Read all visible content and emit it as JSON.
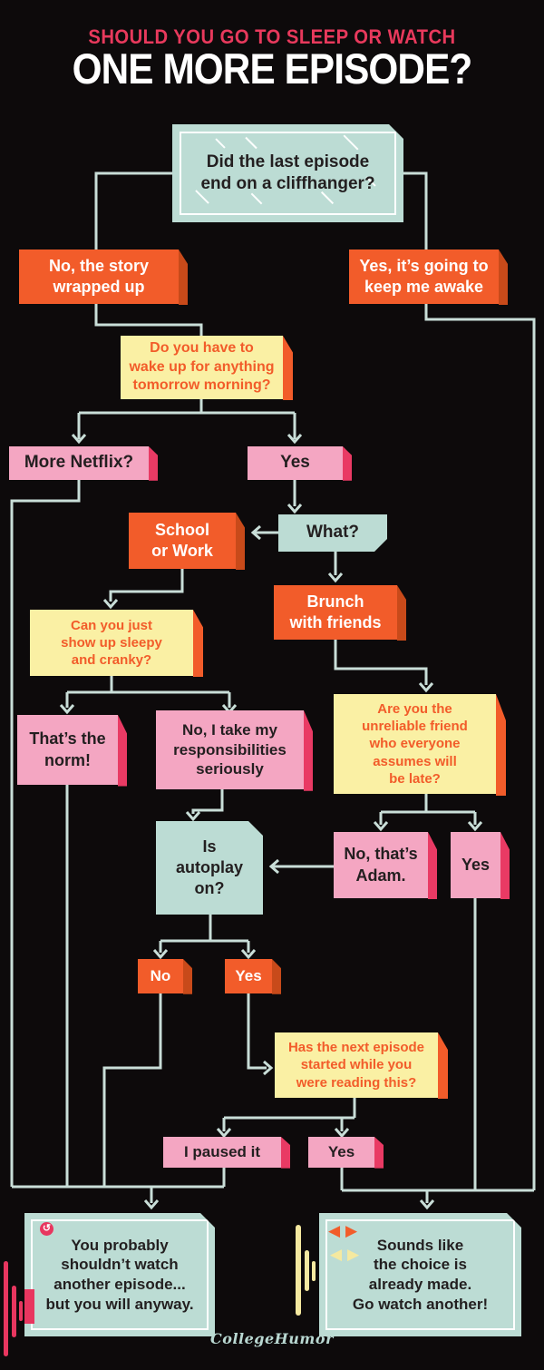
{
  "header": {
    "kicker": "SHOULD YOU GO TO SLEEP OR WATCH",
    "title": "ONE MORE EPISODE?"
  },
  "nodes": {
    "cliffhanger": {
      "label": "Did the last episode\nend on a cliffhanger?"
    },
    "no_story": {
      "label": "No, the story\nwrapped up"
    },
    "yes_awake": {
      "label": "Yes, it’s going to\nkeep me awake"
    },
    "wake_up": {
      "label": "Do you have to\nwake up for anything\ntomorrow morning?"
    },
    "more_netflix": {
      "label": "More Netflix?"
    },
    "yes_tomorrow": {
      "label": "Yes"
    },
    "what": {
      "label": "What?"
    },
    "school_work": {
      "label": "School\nor Work"
    },
    "brunch": {
      "label": "Brunch\nwith friends"
    },
    "sleepy_cranky": {
      "label": "Can you just\nshow up sleepy\nand cranky?"
    },
    "norm": {
      "label": "That’s the\nnorm!"
    },
    "responsibilities": {
      "label": "No, I take my\nresponsibilities\nseriously"
    },
    "unreliable": {
      "label": "Are you the\nunreliable friend\nwho everyone\nassumes will\nbe late?"
    },
    "autoplay": {
      "label": "Is\nautoplay\non?"
    },
    "adam": {
      "label": "No, that’s\nAdam."
    },
    "yes_late": {
      "label": "Yes"
    },
    "no_autoplay": {
      "label": "No"
    },
    "yes_autoplay": {
      "label": "Yes"
    },
    "next_episode": {
      "label": "Has the next episode\nstarted while you\nwere reading this?"
    },
    "paused": {
      "label": "I paused it"
    },
    "yes_started": {
      "label": "Yes"
    },
    "result_sleep": {
      "label": "You probably\nshouldn’t watch\nanother episode...\nbut you will anyway."
    },
    "result_watch": {
      "label": "Sounds like\nthe choice is\nalready made.\nGo watch another!"
    }
  },
  "edges": [
    {
      "from": "cliffhanger",
      "to": "no_story"
    },
    {
      "from": "cliffhanger",
      "to": "yes_awake"
    },
    {
      "from": "no_story",
      "to": "wake_up"
    },
    {
      "from": "yes_awake",
      "to": "result_watch"
    },
    {
      "from": "wake_up",
      "to": "more_netflix"
    },
    {
      "from": "wake_up",
      "to": "yes_tomorrow"
    },
    {
      "from": "more_netflix",
      "to": "result_sleep"
    },
    {
      "from": "yes_tomorrow",
      "to": "what"
    },
    {
      "from": "what",
      "to": "school_work"
    },
    {
      "from": "what",
      "to": "brunch"
    },
    {
      "from": "school_work",
      "to": "sleepy_cranky"
    },
    {
      "from": "brunch",
      "to": "unreliable"
    },
    {
      "from": "sleepy_cranky",
      "to": "norm"
    },
    {
      "from": "sleepy_cranky",
      "to": "responsibilities"
    },
    {
      "from": "norm",
      "to": "result_sleep"
    },
    {
      "from": "responsibilities",
      "to": "autoplay"
    },
    {
      "from": "unreliable",
      "to": "adam"
    },
    {
      "from": "unreliable",
      "to": "yes_late"
    },
    {
      "from": "adam",
      "to": "autoplay"
    },
    {
      "from": "yes_late",
      "to": "result_watch"
    },
    {
      "from": "autoplay",
      "to": "no_autoplay"
    },
    {
      "from": "autoplay",
      "to": "yes_autoplay"
    },
    {
      "from": "no_autoplay",
      "to": "result_sleep"
    },
    {
      "from": "yes_autoplay",
      "to": "next_episode"
    },
    {
      "from": "next_episode",
      "to": "paused"
    },
    {
      "from": "next_episode",
      "to": "yes_started"
    },
    {
      "from": "paused",
      "to": "result_sleep"
    },
    {
      "from": "yes_started",
      "to": "result_watch"
    }
  ],
  "icons": {
    "snooze": "↺",
    "rewind": "◀",
    "forward": "▶"
  },
  "palette": {
    "background": "#0d0a0b",
    "teal_box": "#bcdcd4",
    "connector_line": "#c9ded8",
    "orange": "#f25c2a",
    "orange_edge": "#c84a1a",
    "pink": "#f4a6c2",
    "pink_edge": "#e93a64",
    "yellow": "#faf0a4",
    "dark_text": "#231f20",
    "title_red": "#e8395c",
    "bar_red": "#e8365f",
    "bar_cream": "#f5e9a0"
  },
  "footer": {
    "logo": "CollegeHumor"
  }
}
